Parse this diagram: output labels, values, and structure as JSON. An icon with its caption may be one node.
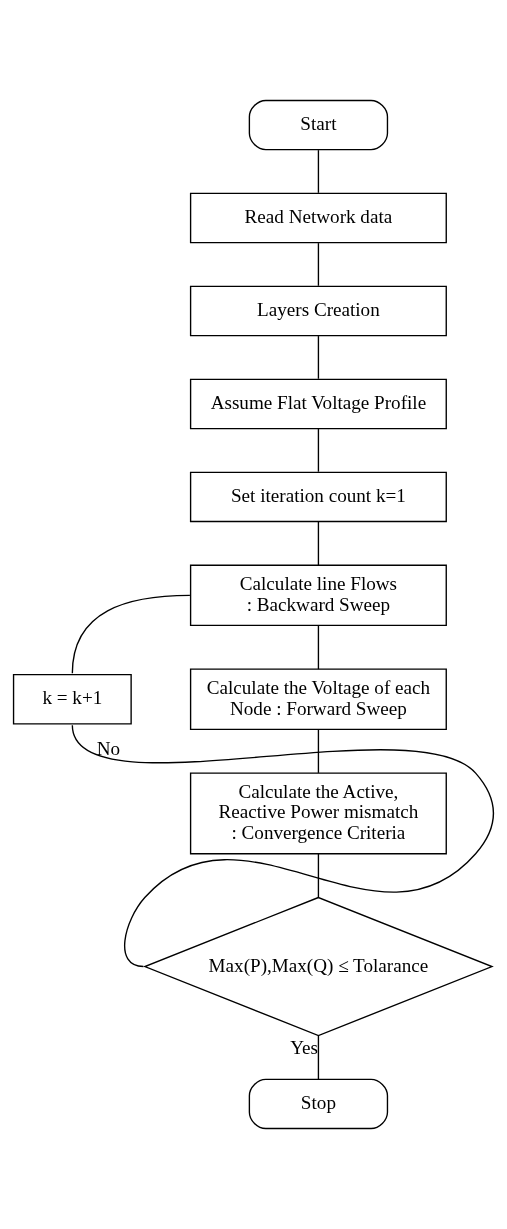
{
  "diagram": {
    "nodes": [
      {
        "text": [
          "Start"
        ]
      },
      {
        "text": [
          "Read Network data"
        ]
      },
      {
        "text": [
          "Layers Creation"
        ]
      },
      {
        "text": [
          "Assume Flat Voltage Profile"
        ]
      },
      {
        "text": [
          "Set iteration count k=1"
        ]
      },
      {
        "text": [
          "Calculate line Flows : Backward Sweep"
        ]
      },
      {
        "text": [
          "Calculate the Voltage of each Node : Forward Sweep"
        ]
      },
      {
        "text": [
          "Calculate the Active, Reactive Power mismatch : Convergence Criteria"
        ]
      },
      {
        "text": [
          "Max(P),Max(Q) ≤ Tolarance"
        ]
      },
      {
        "text": [
          "k = k+1"
        ]
      },
      {
        "text": [
          "Stop"
        ]
      }
    ],
    "edges": [
      {
        "from": 0,
        "to": 1,
        "arrow": "none"
      },
      {
        "from": 1,
        "to": 2,
        "arrow": "none"
      },
      {
        "from": 2,
        "to": 3,
        "arrow": "none"
      },
      {
        "from": 3,
        "to": 4,
        "arrow": "none"
      },
      {
        "from": 4,
        "to": 5,
        "arrow": "none"
      },
      {
        "from": 5,
        "to": 6,
        "arrow": "none"
      },
      {
        "from": 6,
        "to": 7,
        "arrow": "none"
      },
      {
        "from": 7,
        "to": 8,
        "arrow": "none"
      },
      {
        "from": 8,
        "to": 9,
        "arrow": "none",
        "label": "No"
      },
      {
        "from": 9,
        "to": 5,
        "arrow": "none"
      },
      {
        "from": 8,
        "to": 10,
        "arrow": "none",
        "label": "Yes"
      }
    ]
  }
}
